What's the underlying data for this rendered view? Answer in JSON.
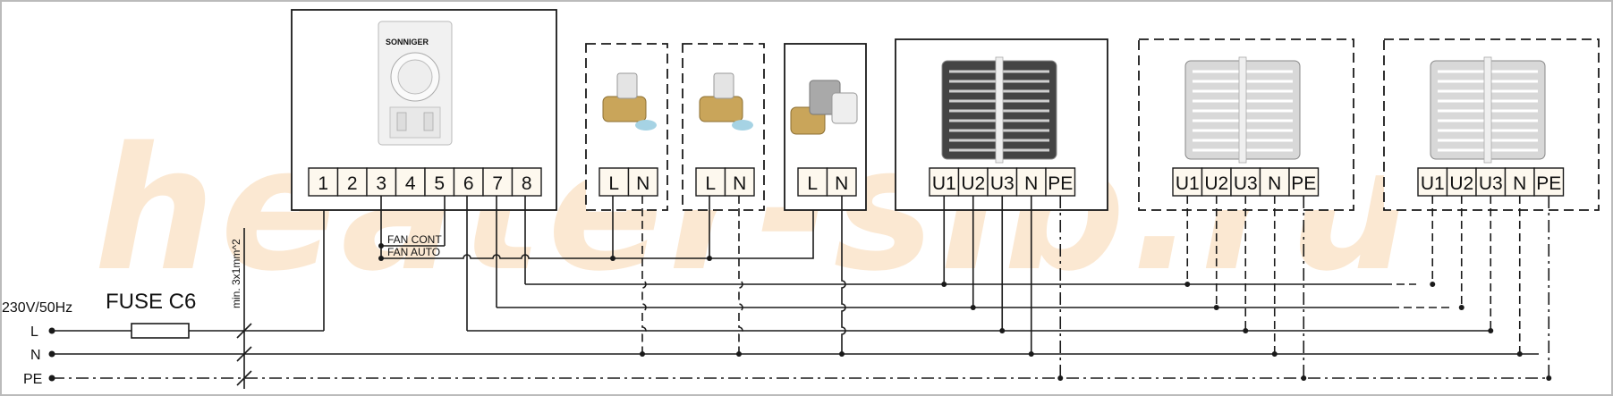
{
  "watermark": "heater-sib.ru",
  "supply": {
    "voltage": "230V/50Hz",
    "fuse": "FUSE C6",
    "cable": "min. 3x1mm^2",
    "lines": [
      "L",
      "N",
      "PE"
    ]
  },
  "thermostat": {
    "brand": "SONNIGER",
    "terminals": [
      "1",
      "2",
      "3",
      "4",
      "5",
      "6",
      "7",
      "8"
    ],
    "fan_cont": "FAN CONT",
    "fan_auto": "FAN AUTO"
  },
  "valves": [
    {
      "terminals": [
        "L",
        "N"
      ],
      "optional": true
    },
    {
      "terminals": [
        "L",
        "N"
      ],
      "optional": true
    },
    {
      "terminals": [
        "L",
        "N"
      ],
      "optional": false
    }
  ],
  "heaters": [
    {
      "terminals": [
        "U1",
        "U2",
        "U3",
        "N",
        "PE"
      ],
      "optional": false,
      "color": "#444444"
    },
    {
      "terminals": [
        "U1",
        "U2",
        "U3",
        "N",
        "PE"
      ],
      "optional": true,
      "color": "#d8d8d8"
    },
    {
      "terminals": [
        "U1",
        "U2",
        "U3",
        "N",
        "PE"
      ],
      "optional": true,
      "color": "#d8d8d8"
    }
  ]
}
